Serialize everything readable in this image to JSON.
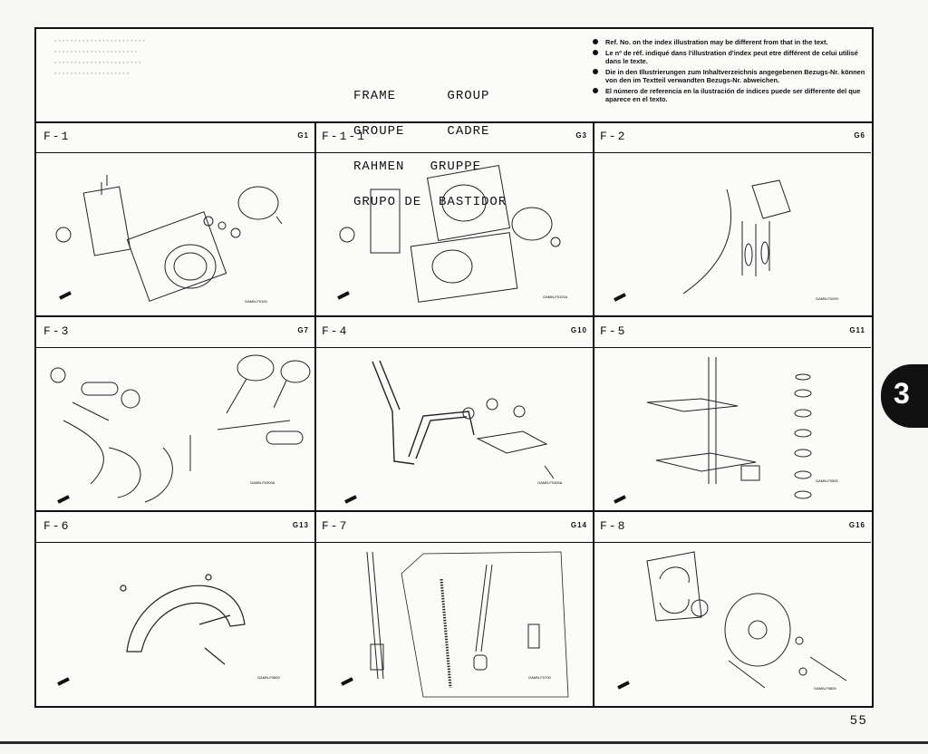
{
  "header": {
    "title_lines": [
      "FRAME      GROUP",
      "GROUPE     CADRE",
      "RAHMEN   GRUPPE",
      "GRUPO DE  BASTIDOR"
    ],
    "notes": [
      "Ref. No. on the index illustration may be different from that in the text.",
      "Le nº de réf. indiqué dans l'illustration d'index peut etre différent de celui utilisé dans le texte.",
      "Die in den Illustrierungen zum Inhaltverzeichnis angegebenen Bezugs-Nr. können von den im Textteil verwandten Bezugs-Nr. abweichen.",
      "El número de referencia en la ilustración de índices puede ser differente del que aparece en el texto."
    ]
  },
  "cells": [
    {
      "code": "F-1",
      "gref": "G1",
      "art_label": "GAMN-F0100"
    },
    {
      "code": "F-1-1",
      "gref": "G3",
      "art_label": "GAMN-F0101A"
    },
    {
      "code": "F-2",
      "gref": "G6",
      "art_label": "GAMN-F0200"
    },
    {
      "code": "F-3",
      "gref": "G7",
      "art_label": "GAMN-F0300A"
    },
    {
      "code": "F-4",
      "gref": "G10",
      "art_label": "GAMN-F0400A"
    },
    {
      "code": "F-5",
      "gref": "G11",
      "art_label": "GAMN-F0500"
    },
    {
      "code": "F-6",
      "gref": "G13",
      "art_label": "GAMN-F0600"
    },
    {
      "code": "F-7",
      "gref": "G14",
      "art_label": "GAMN-F0700"
    },
    {
      "code": "F-8",
      "gref": "G16",
      "art_label": "GAMN-F0800"
    }
  ],
  "section_tab": "3",
  "page_number": "55"
}
